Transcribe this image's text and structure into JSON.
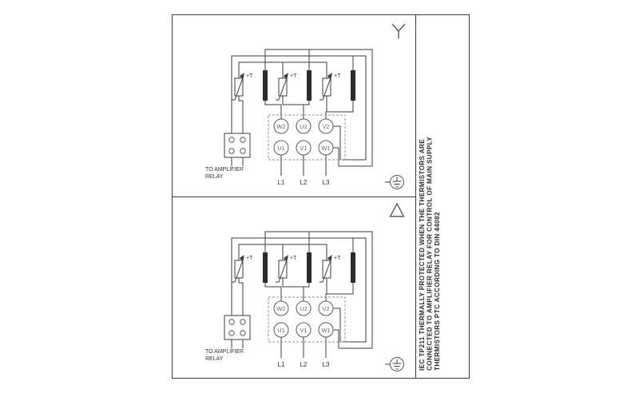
{
  "colors": {
    "line": "#3d3d3d",
    "background": "#ffffff"
  },
  "panels": [
    {
      "name": "star-connection",
      "symbol": "star",
      "terminals_top": [
        "W2",
        "U2",
        "V2"
      ],
      "terminals_bottom": [
        "U1",
        "V1",
        "W1"
      ],
      "supply": [
        "L1",
        "L2",
        "L3"
      ],
      "thermistor": "+T",
      "relay_line1": "TO AMPLIFIER",
      "relay_line2": "RELAY"
    },
    {
      "name": "delta-connection",
      "symbol": "delta",
      "terminals_top": [
        "W2",
        "U2",
        "V2"
      ],
      "terminals_bottom": [
        "U1",
        "V1",
        "W1"
      ],
      "supply": [
        "L1",
        "L2",
        "L3"
      ],
      "thermistor": "+T",
      "relay_line1": "TO AMPLIFIER",
      "relay_line2": "RELAY"
    }
  ],
  "note": {
    "line1": "IEC TP211 THERMALLY PROTECTED WHEN THE THERMISTORS ARE",
    "line2": "CONNECTED TO AMPLIFIER RELAY FOR CONTROL OF MAIN SUPPLY",
    "line3": "THERMISTORS PTC ACCORDING TO DIN 44082"
  }
}
